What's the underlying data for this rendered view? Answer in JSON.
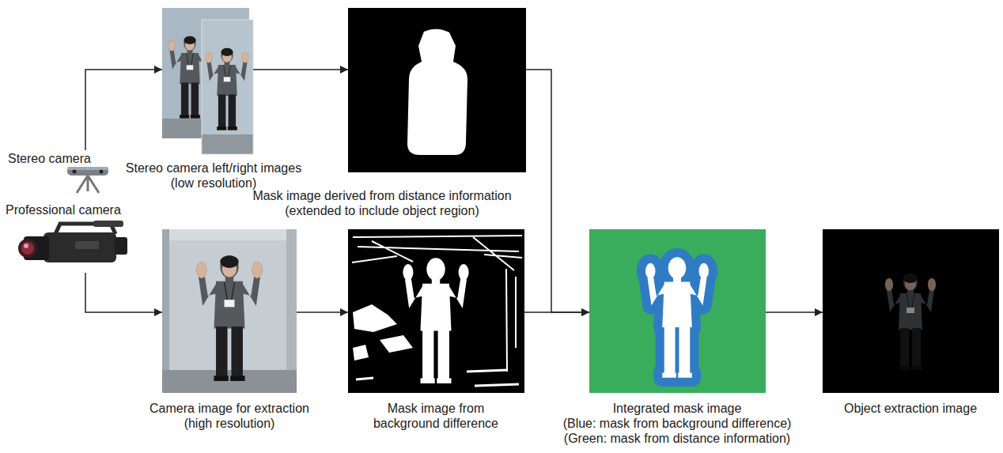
{
  "diagram": {
    "nodes": [
      {
        "text": [
          "Stereo camera"
        ]
      },
      {
        "text": [
          "Professional camera"
        ]
      },
      {
        "text": [
          "Stereo camera left/right images (low resolution)"
        ]
      },
      {
        "text": [
          "Mask image derived from distance information (extended to include object region)"
        ]
      },
      {
        "text": [
          "Camera image for extraction (high resolution)"
        ]
      },
      {
        "text": [
          "Mask image from background difference"
        ]
      },
      {
        "text": [
          "Integrated mask image",
          "(Blue: mask from background difference)",
          "(Green: mask from distance information)"
        ]
      },
      {
        "text": [
          "Object extraction image"
        ]
      }
    ],
    "edges": [
      {
        "from": 0,
        "to": 2,
        "arrow": "to"
      },
      {
        "from": 1,
        "to": 4,
        "arrow": "to"
      },
      {
        "from": 2,
        "to": 3,
        "arrow": "to"
      },
      {
        "from": 4,
        "to": 5,
        "arrow": "to"
      },
      {
        "from": 3,
        "to": 6,
        "arrow": "to"
      },
      {
        "from": 5,
        "to": 6,
        "arrow": "to"
      },
      {
        "from": 6,
        "to": 7,
        "arrow": "to"
      }
    ]
  }
}
